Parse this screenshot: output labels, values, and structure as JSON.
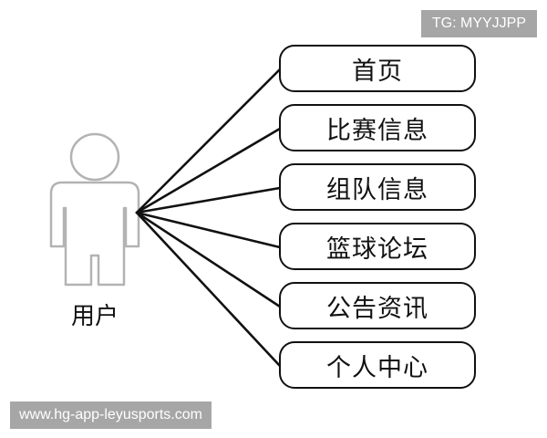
{
  "actor": {
    "label": "用户",
    "icon": "stick-figure-user-icon"
  },
  "use_cases": [
    {
      "label": "首页"
    },
    {
      "label": "比赛信息"
    },
    {
      "label": "组队信息"
    },
    {
      "label": "篮球论坛"
    },
    {
      "label": "公告资讯"
    },
    {
      "label": "个人中心"
    }
  ],
  "watermarks": {
    "top_right": "TG: MYYJJPP",
    "bottom_left": "www.hg-app-leyusports.com"
  },
  "colors": {
    "line": "#111111",
    "actor_outline": "#b3b3b3",
    "watermark_bg": "#a6a6a6",
    "watermark_text": "#ffffff"
  }
}
